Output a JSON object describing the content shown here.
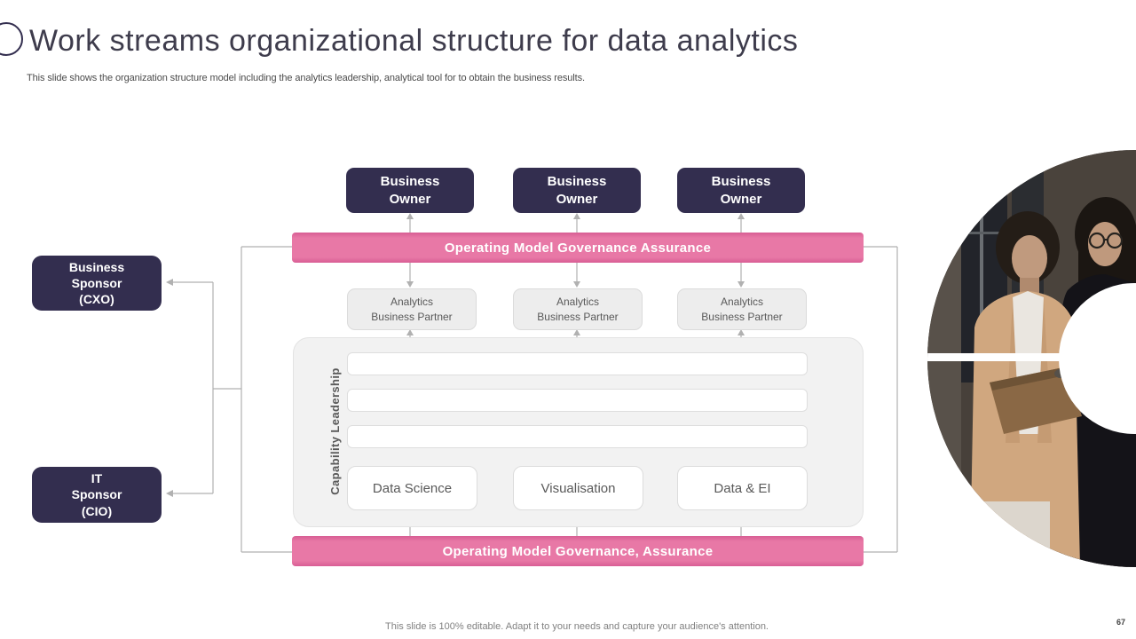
{
  "slide": {
    "title": "Work streams organizational structure for data analytics",
    "subtitle": "This slide shows the organization structure model including the analytics leadership, analytical tool for to obtain the business results.",
    "footer": "This slide is 100% editable. Adapt it to your needs and capture your audience's attention.",
    "page_number": "67"
  },
  "colors": {
    "navy": "#332E4F",
    "pink": "#E878A6",
    "container_gray": "#F2F2F2",
    "connector_gray": "#B1B1B1",
    "text_gray": "#595959"
  },
  "diagram": {
    "owners": [
      "Business\nOwner",
      "Business\nOwner",
      "Business\nOwner"
    ],
    "top_bar": "Operating Model Governance Assurance",
    "partners": [
      "Analytics\nBusiness Partner",
      "Analytics\nBusiness Partner",
      "Analytics\nBusiness Partner"
    ],
    "capability_label": "Capability Leadership",
    "capability_rows": [
      "",
      "",
      ""
    ],
    "tools": [
      "Data Science",
      "Visualisation",
      "Data & EI"
    ],
    "bottom_bar": "Operating Model Governance, Assurance",
    "sponsors": [
      "Business\nSponsor\n(CXO)",
      "IT\nSponsor\n(CIO)"
    ]
  },
  "decor": {
    "photo_alt": "two-businesswomen-in-office-circular-crop"
  }
}
